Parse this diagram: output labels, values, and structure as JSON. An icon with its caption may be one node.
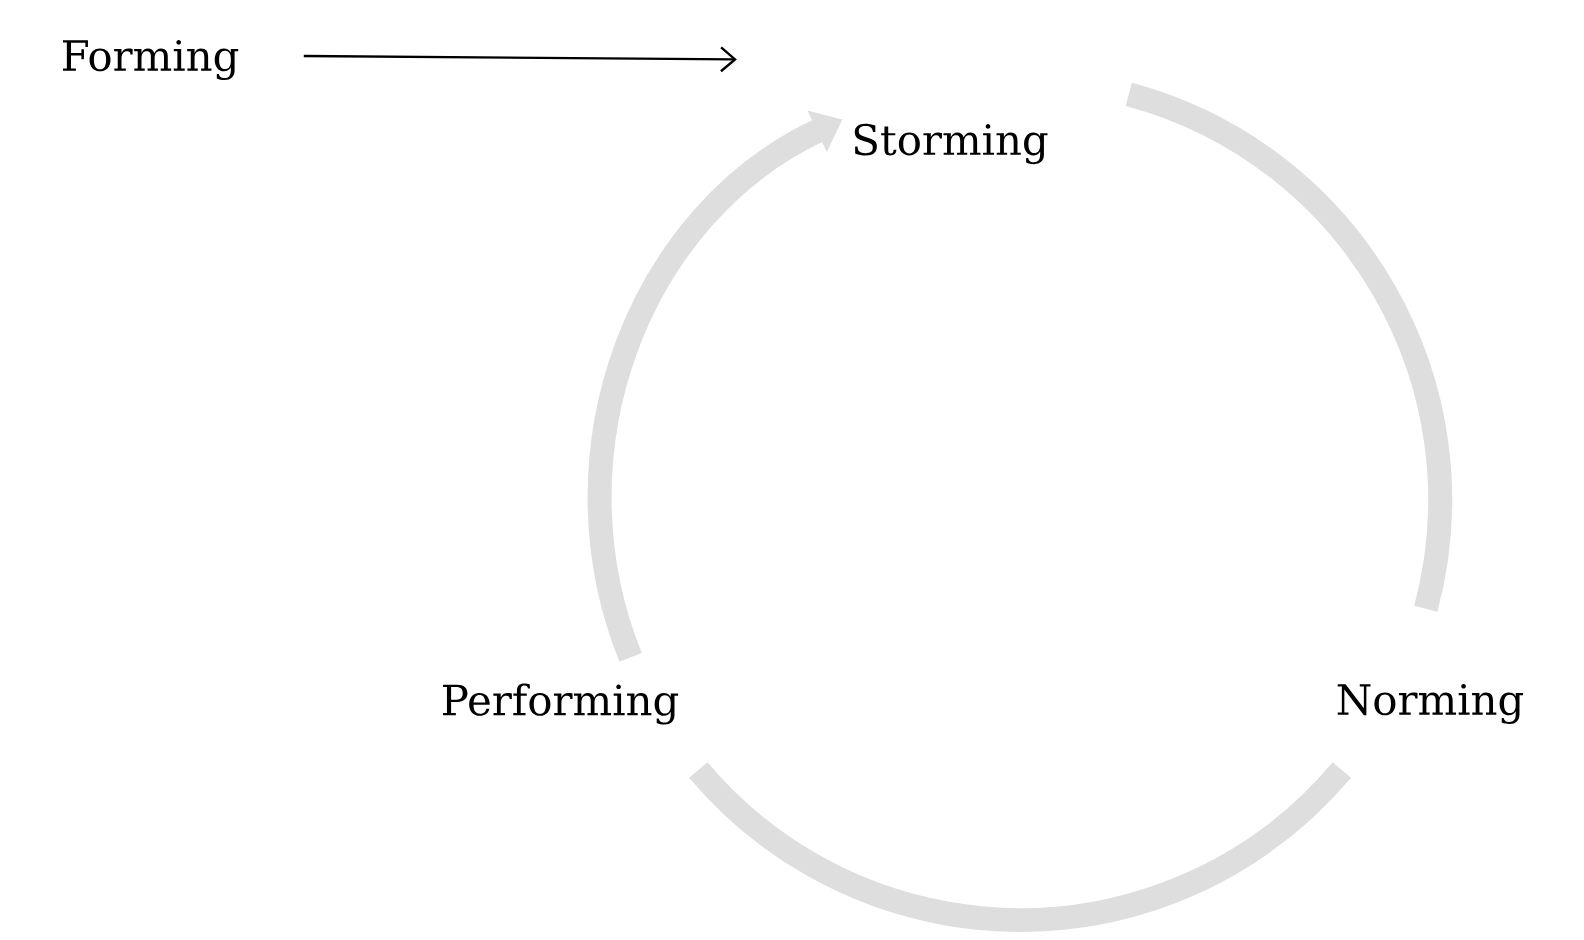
{
  "diagram": {
    "nodes": [
      {
        "text": [
          "Forming"
        ]
      },
      {
        "text": [
          "Storming"
        ]
      },
      {
        "text": [
          "Norming"
        ]
      },
      {
        "text": [
          "Performing"
        ]
      }
    ],
    "edges": [
      {
        "from": 0,
        "to": 1,
        "arrow": "to",
        "color": "#000000"
      },
      {
        "from": 1,
        "to": 2,
        "arrow": "none"
      },
      {
        "from": 2,
        "to": 3,
        "arrow": "none"
      },
      {
        "from": 3,
        "to": 1,
        "arrow": "to"
      }
    ]
  }
}
